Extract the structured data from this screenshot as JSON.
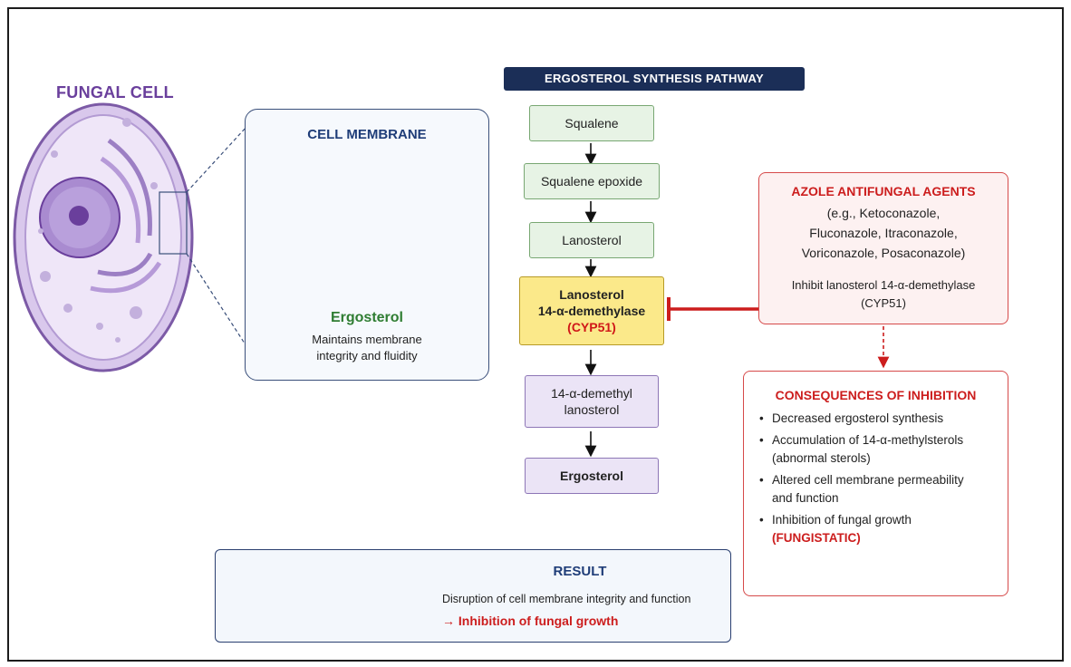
{
  "fungal_cell": {
    "title": "FUNGAL CELL"
  },
  "cell_membrane": {
    "title": "CELL MEMBRANE",
    "ergosterol_label": "Ergosterol",
    "description_line1": "Maintains membrane",
    "description_line2": "integrity and fluidity"
  },
  "pathway": {
    "header": "ERGOSTEROL SYNTHESIS PATHWAY",
    "steps": [
      {
        "label": "Squalene"
      },
      {
        "label": "Squalene epoxide"
      },
      {
        "label": "Lanosterol"
      },
      {
        "line1": "Lanosterol",
        "line2": "14-α-demethylase",
        "line3": "(CYP51)"
      },
      {
        "line1": "14-α-demethyl",
        "line2": "lanosterol"
      },
      {
        "label": "Ergosterol"
      }
    ]
  },
  "azole": {
    "title": "AZOLE ANTIFUNGAL AGENTS",
    "examples_line1": "(e.g., Ketoconazole,",
    "examples_line2": "Fluconazole, Itraconazole,",
    "examples_line3": "Voriconazole, Posaconazole)",
    "inhibit_line1": "Inhibit lanosterol 14-α-demethylase",
    "inhibit_line2": "(CYP51)"
  },
  "consequences": {
    "title": "CONSEQUENCES OF INHIBITION",
    "items": [
      {
        "line1": "Decreased ergosterol synthesis"
      },
      {
        "line1": "Accumulation of 14-α-methylsterols",
        "line2": "(abnormal sterols)"
      },
      {
        "line1": "Altered cell membrane permeability",
        "line2": "and function"
      },
      {
        "line1": "Inhibition of fungal growth",
        "line2": "(FUNGISTATIC)"
      }
    ]
  },
  "result": {
    "title": "RESULT",
    "description": "Disruption of cell membrane integrity and function",
    "outcome": "→ Inhibition of fungal growth"
  },
  "colors": {
    "cell_purple": "#6a3f9c",
    "pathway_navy": "#1b2e57",
    "inhibition_red": "#cc1d1d",
    "ergosterol_green": "#2f7d32",
    "enzyme_yellow": "#fbe98a"
  }
}
